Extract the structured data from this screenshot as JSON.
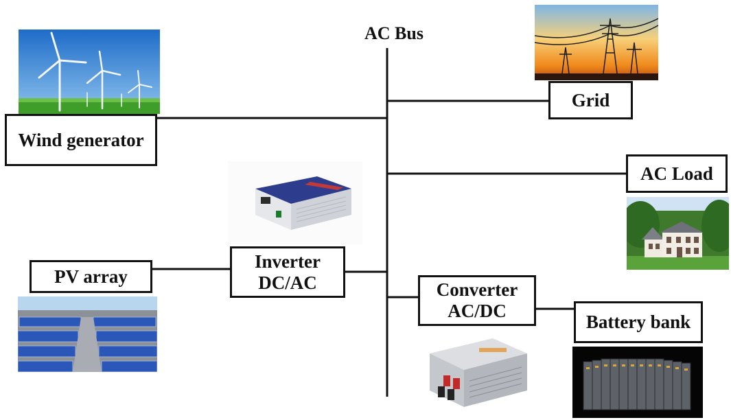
{
  "bus": {
    "label": "AC Bus"
  },
  "nodes": {
    "wind": {
      "label": "Wind generator",
      "icon": "wind-turbines-photo"
    },
    "grid": {
      "label": "Grid",
      "icon": "transmission-tower-photo"
    },
    "load": {
      "label": "AC Load",
      "icon": "house-photo"
    },
    "inverter": {
      "line1": "Inverter",
      "line2": "DC/AC",
      "icon": "inverter-device-photo"
    },
    "pv": {
      "label": "PV array",
      "icon": "solar-panels-photo"
    },
    "converter": {
      "line1": "Converter",
      "line2": "AC/DC",
      "icon": "converter-device-photo"
    },
    "battery": {
      "label": "Battery bank",
      "icon": "battery-rack-photo"
    }
  },
  "colors": {
    "line": "#111111",
    "sky": "#3d86d6",
    "grass": "#4caf2f",
    "sunset": "#f2a31e",
    "panel": "#2a57b8"
  }
}
